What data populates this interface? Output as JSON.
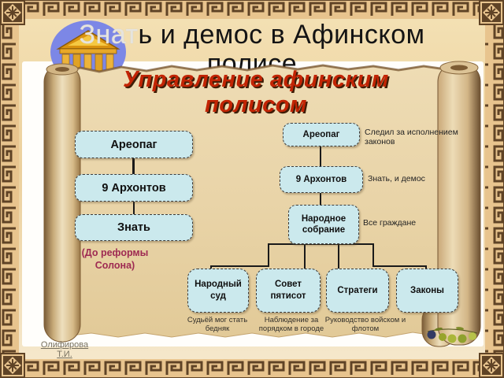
{
  "slide": {
    "title": {
      "highlight": "Знат",
      "rest": "ь и демос в Афинском",
      "line2": "полисе"
    },
    "author": {
      "line1": "Олифирова",
      "line2": "Т.И."
    }
  },
  "scroll_heading": {
    "line1": "Управление афинским",
    "line2": "полисом"
  },
  "diagram_before": {
    "boxes": [
      {
        "label": "Ареопаг"
      },
      {
        "label": "9 Архонтов"
      },
      {
        "label": "Знать"
      }
    ],
    "caption": "(До реформы Солона)"
  },
  "diagram_after": {
    "chain": [
      {
        "label": "Ареопаг",
        "note": "Следил за исполнением законов"
      },
      {
        "label": "9 Архонтов",
        "note": "Знать, и демос"
      },
      {
        "label": "Народное собрание",
        "note": "Все граждане"
      }
    ],
    "branches": [
      {
        "label": "Народный суд",
        "note": "Судьёй мог стать бедняк"
      },
      {
        "label": "Совет пятисот",
        "note": "Наблюдение за порядком в городе"
      },
      {
        "label": "Стратеги",
        "note": "Руководство войском и флотом"
      },
      {
        "label": "Законы",
        "note": ""
      }
    ]
  },
  "icons": {
    "temple": "greek-temple-icon",
    "olives": "olive-branch-icon",
    "frame": "greek-meander-border"
  },
  "colors": {
    "accent_red": "#c22404",
    "box_fill": "#cbe9ed",
    "caption_maroon": "#9e2a52",
    "border_brown": "#5f4326",
    "border_tan": "#e8c48e"
  }
}
